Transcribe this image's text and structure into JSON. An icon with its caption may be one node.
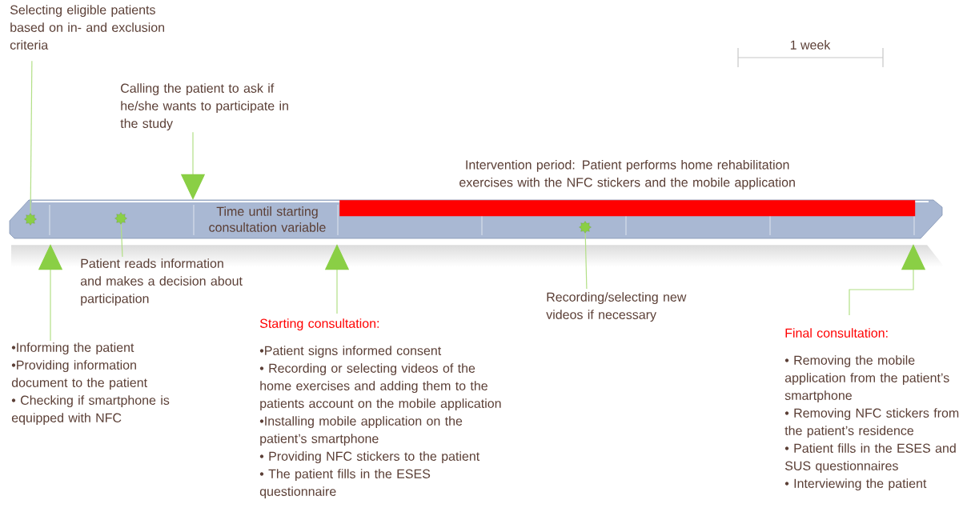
{
  "diagram": {
    "nodes": [
      {
        "text": [
          "Selecting eligible patients based on in- and exclusion criteria"
        ]
      },
      {
        "text": [
          "Calling the patient to ask if he/she wants to participate in the study"
        ]
      },
      {
        "text": [],
        "shape": "bar"
      },
      {
        "text": [
          "Intervention period: Patient performs home rehabilitation exercises with the NFC stickers and the mobile application"
        ],
        "in": 2
      },
      {
        "text": [],
        "shape": "star",
        "in": 2
      },
      {
        "text": [],
        "shape": "star",
        "in": 2
      },
      {
        "text": [
          "Time until starting consultation variable"
        ],
        "in": 2
      },
      {
        "text": [],
        "shape": "star",
        "in": 2
      },
      {
        "text": [
          "Patient reads information and makes a decision about participation"
        ]
      },
      {
        "text": [
          "Recording/selecting new videos if necessary"
        ]
      },
      {
        "text": [
          "•Informing the patient",
          "•Providing information document to the patient",
          "• Checking if smartphone is equipped with NFC"
        ]
      },
      {
        "text": [
          "Starting consultation:",
          "•Patient signs informed consent",
          "• Recording or selecting videos of the home exercises and adding them to the patients account on the mobile application",
          "•Installing mobile application on the patient’s smartphone",
          "• Providing NFC stickers to the patient",
          "• The patient fills in the ESES questionnaire"
        ]
      },
      {
        "text": [
          "Final consultation:",
          "• Removing the mobile application from the patient’s smartphone",
          "• Removing NFC stickers from the patient’s residence",
          "• Patient fills in the ESES and SUS questionnaires",
          "• Interviewing the patient"
        ]
      }
    ],
    "edges": [
      {
        "from": 0,
        "to": 4,
        "arrow": "none"
      },
      {
        "from": 1,
        "to": 2,
        "arrow": "to"
      },
      {
        "from": 8,
        "to": 5,
        "arrow": "none"
      },
      {
        "from": 9,
        "to": 7,
        "arrow": "none"
      },
      {
        "from": 10,
        "to": 2,
        "arrow": "to"
      },
      {
        "from": 11,
        "to": 2,
        "arrow": "to"
      },
      {
        "from": 12,
        "to": 2,
        "arrow": "to"
      }
    ],
    "labels": [
      "1 week"
    ]
  }
}
